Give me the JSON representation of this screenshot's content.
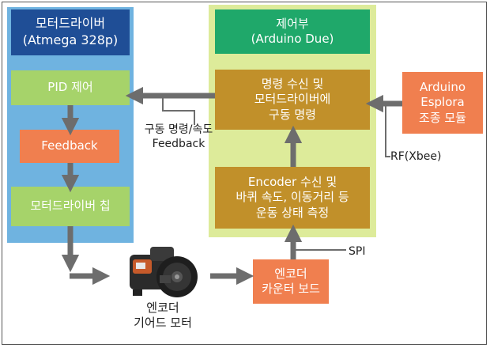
{
  "motor_driver_panel": {
    "title_line1": "모터드라이버",
    "title_line2": "(Atmega 328p)",
    "pid": "PID 제어",
    "feedback": "Feedback",
    "chip": "모터드라이버 칩"
  },
  "control_panel": {
    "title_line1": "제어부",
    "title_line2": "(Arduino Due)",
    "command_line1": "명령 수신 및",
    "command_line2": "모터드라이버에",
    "command_line3": "구동 명령",
    "encoder_line1": "Encoder 수신 및",
    "encoder_line2": "바퀴 속도, 이동거리 등",
    "encoder_line3": "운동 상태 측정"
  },
  "esplora": {
    "line1": "Arduino",
    "line2": "Esplora",
    "line3": "조종 모듈"
  },
  "encoder_board": {
    "line1": "엔코더",
    "line2": "카운터 보드"
  },
  "labels": {
    "drive_line1": "구동 명령/속도",
    "drive_line2": "Feedback",
    "rf": "RF(Xbee)",
    "spi": "SPI",
    "motor_line1": "엔코더",
    "motor_line2": "기어드 모터"
  },
  "colors": {
    "blue_panel": "#6fb3e0",
    "blue_title": "#1f4e96",
    "green_box": "#a6d36a",
    "orange_box": "#f07f4f",
    "yellow_panel": "#ddeb9a",
    "green_title": "#1fa86a",
    "brown_box": "#c1902a",
    "arrow": "#6d6d6d"
  }
}
